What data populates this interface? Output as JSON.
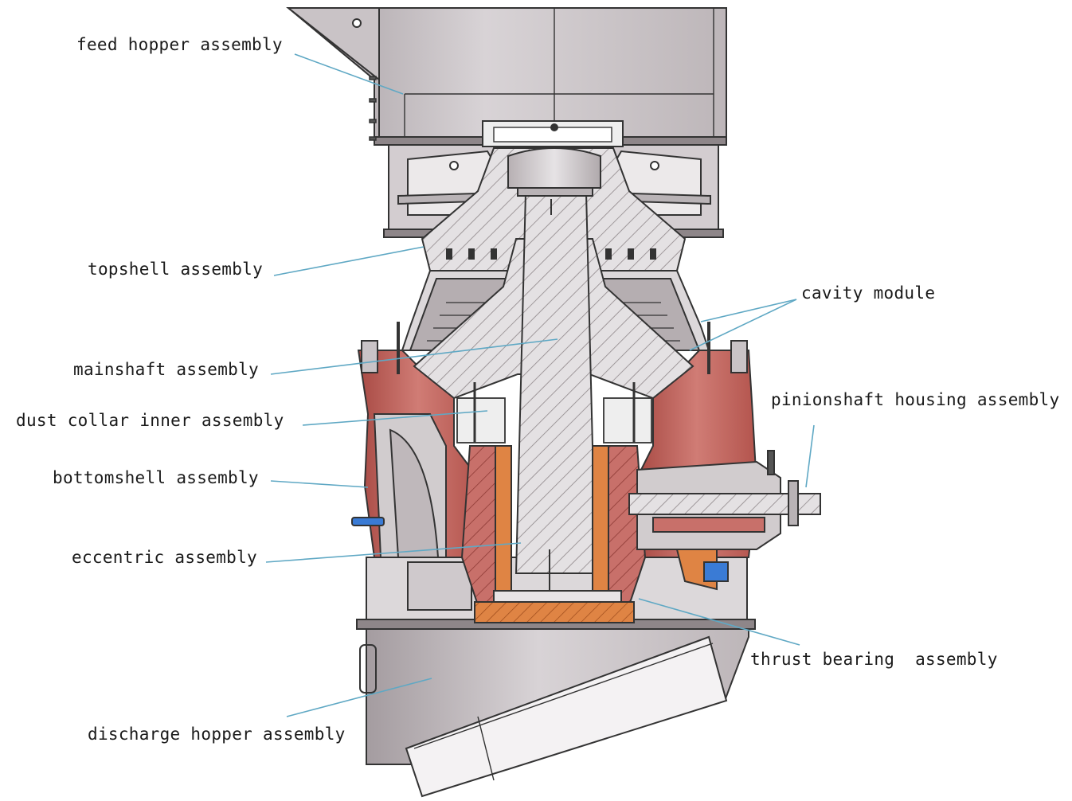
{
  "labels": {
    "feed_hopper": "feed hopper assembly",
    "topshell": "topshell assembly",
    "cavity_module": "cavity module",
    "mainshaft": "mainshaft assembly",
    "pinionshaft_housing": "pinionshaft housing assembly",
    "dust_collar": "dust collar inner assembly",
    "bottomshell": "bottomshell assembly",
    "eccentric": "eccentric assembly",
    "thrust_bearing": "thrust bearing  assembly",
    "discharge_hopper": "discharge hopper assembly"
  },
  "colors": {
    "steel_light": "#d9d6d8",
    "steel_mid": "#b9b3b6",
    "steel_dark": "#8e8689",
    "shell_red": "#c0625c",
    "shell_red_dark": "#9e403b",
    "bronze": "#d97a3a",
    "leader": "#5fa8c4",
    "outline": "#333333",
    "blue_bolt": "#3a7bd5"
  }
}
